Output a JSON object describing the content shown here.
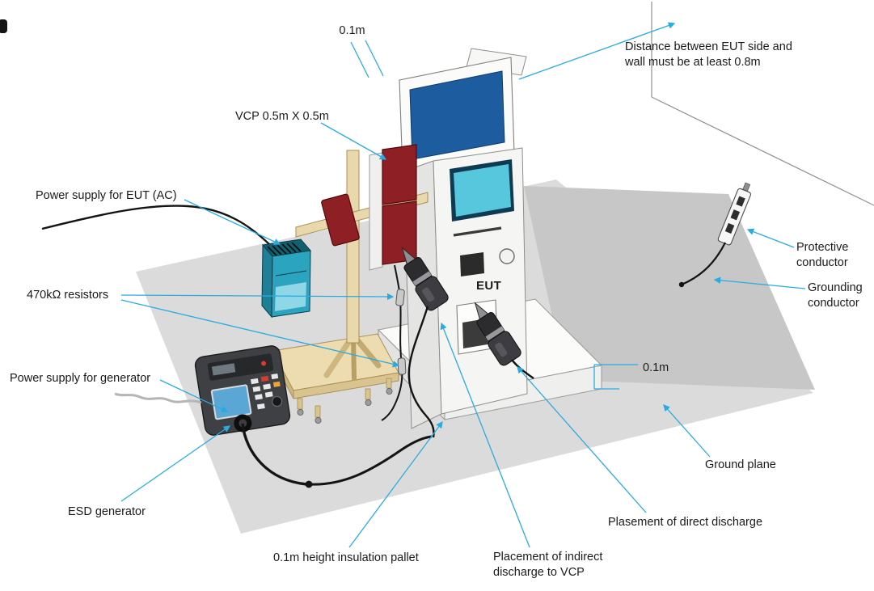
{
  "colors": {
    "leader_line": "#29abe2",
    "ground_plane": "#dbdbdb",
    "ground_plane_dark": "#c7c7c7",
    "vcp_red": "#8e2025",
    "wood": "#e9d8ab",
    "monitor_screen_blue": "#1d5c9e",
    "kiosk_screen_cyan": "#57c7de",
    "generator_screen_blue": "#5aa7d6",
    "device_body_gray": "#3e4043"
  },
  "labels": {
    "dim_vcp_gap": "0.1m",
    "wall_distance": "Distance between EUT side and wall must be at least 0.8m",
    "vcp": "VCP 0.5m X 0.5m",
    "power_supply_eut": "Power supply for EUT (AC)",
    "resistors": "470kΩ resistors",
    "protective_conductor": "Protective conductor",
    "grounding_conductor": "Grounding conductor",
    "eut": "EUT",
    "dim_pallet_height": "0.1m",
    "power_supply_generator": "Power supply for generator",
    "ground_plane": "Ground plane",
    "esd_generator": "ESD generator",
    "insulation_pallet": "0.1m height insulation pallet",
    "indirect_discharge": "Placement of indirect discharge to VCP",
    "direct_discharge": "Plasement of direct discharge"
  }
}
